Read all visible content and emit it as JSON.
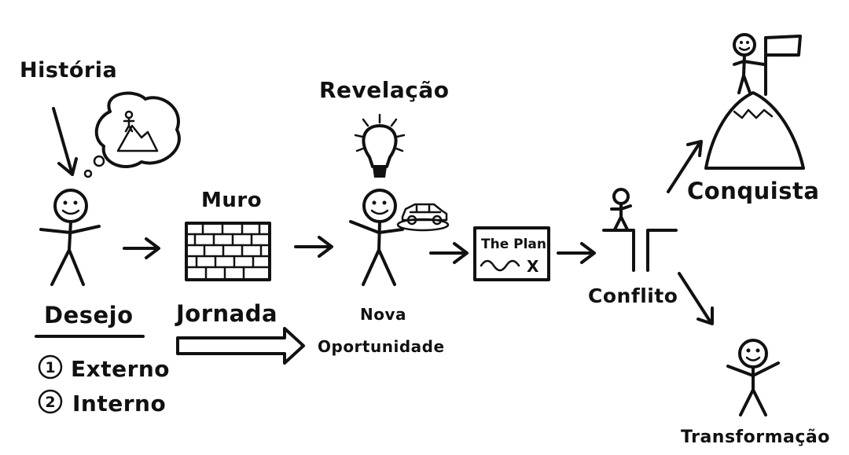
{
  "labels": {
    "historia": "História",
    "revelacao": "Revelação",
    "muro": "Muro",
    "desejo": "Desejo",
    "jornada": "Jornada",
    "nova": "Nova",
    "oportunidade": "Oportunidade",
    "externo": "Externo",
    "interno": "Interno",
    "conflito": "Conflito",
    "conquista": "Conquista",
    "transformacao": "Transformação",
    "plan_title": "The Plan",
    "plan_x": "X",
    "num_1": "1",
    "num_2": "2"
  }
}
